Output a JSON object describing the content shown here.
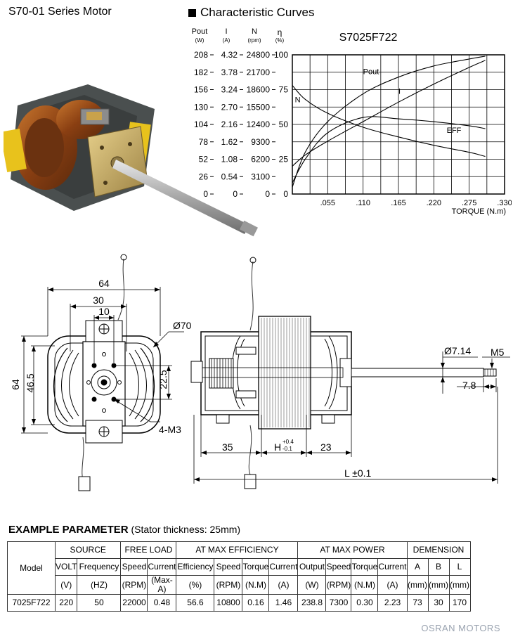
{
  "page": {
    "title": "S70-01 Series Motor",
    "curves_title": "Characteristic Curves",
    "brand": "OSRAN MOTORS"
  },
  "chart_data": {
    "type": "line",
    "title": "S7025F722",
    "xlabel": "TORQUE (N.m)",
    "x_ticks": [
      ".055",
      ".110",
      ".165",
      ".220",
      ".275",
      ".330"
    ],
    "xlim": [
      0,
      0.33
    ],
    "left_axes": [
      {
        "header": "Pout",
        "unit": "(W)",
        "ticks": [
          "208",
          "182",
          "156",
          "130",
          "104",
          "78",
          "52",
          "26",
          "0"
        ]
      },
      {
        "header": "I",
        "unit": "(A)",
        "ticks": [
          "4.32",
          "3.78",
          "3.24",
          "2.70",
          "2.16",
          "1.62",
          "1.08",
          "0.54",
          "0"
        ]
      },
      {
        "header": "N",
        "unit": "(rpm)",
        "ticks": [
          "24800",
          "21700",
          "18600",
          "15500",
          "12400",
          "9300",
          "6200",
          "3100",
          "0"
        ]
      }
    ],
    "eff_axis": {
      "header": "η",
      "unit": "(%)",
      "ticks": [
        "100",
        "75",
        "50",
        "25",
        "0"
      ]
    },
    "ylim": [
      0,
      100
    ],
    "grid": true,
    "series": [
      {
        "name": "Pout",
        "x": [
          0,
          0.02,
          0.055,
          0.11,
          0.165,
          0.22,
          0.275,
          0.3
        ],
        "y": [
          5,
          30,
          52,
          72,
          84,
          92,
          97,
          99
        ]
      },
      {
        "name": "I",
        "x": [
          0,
          0.02,
          0.055,
          0.11,
          0.165,
          0.22,
          0.275,
          0.3
        ],
        "y": [
          20,
          28,
          38,
          52,
          66,
          79,
          91,
          96
        ]
      },
      {
        "name": "N",
        "x": [
          0,
          0.02,
          0.055,
          0.11,
          0.165,
          0.22,
          0.275,
          0.3
        ],
        "y": [
          78,
          68,
          58,
          48,
          41,
          35,
          30,
          27
        ]
      },
      {
        "name": "EFF",
        "x": [
          0,
          0.02,
          0.055,
          0.11,
          0.165,
          0.22,
          0.275,
          0.3
        ],
        "y": [
          8,
          25,
          44,
          55,
          54,
          52,
          49,
          47
        ]
      }
    ]
  },
  "dimensions": {
    "front": {
      "width_64": "64",
      "width_30": "30",
      "width_10": "10",
      "dia_70": "Ø70",
      "height_64": "64",
      "height_46_5": "46.5",
      "height_22_5": "22.5",
      "holes": "4-M3"
    },
    "side": {
      "dia_shaft": "Ø7.14",
      "thread": "M5",
      "shaft_step": "7.8",
      "left_35": "35",
      "h_label": "H",
      "h_plus": "+0.4",
      "h_minus": "-0.1",
      "right_23": "23",
      "l_label": "L ±0.1"
    }
  },
  "params": {
    "heading_bold": "EXAMPLE PARAMETER",
    "heading_note": "(Stator thickness: 25mm)",
    "model_header": "Model",
    "groups": [
      "SOURCE",
      "FREE LOAD",
      "AT MAX EFFICIENCY",
      "AT MAX POWER",
      "DEMENSION"
    ],
    "sub": [
      "VOLT",
      "Frequency",
      "Speed",
      "Current",
      "Efficiency",
      "Speed",
      "Torque",
      "Current",
      "Output",
      "Speed",
      "Torque",
      "Current",
      "A",
      "B",
      "L"
    ],
    "units": [
      "(V)",
      "(HZ)",
      "(RPM)",
      "(Max-A)",
      "(%)",
      "(RPM)",
      "(N.M)",
      "(A)",
      "(W)",
      "(RPM)",
      "(N.M)",
      "(A)",
      "(mm)",
      "(mm)",
      "(mm)"
    ],
    "row": {
      "model": "7025F722",
      "values": [
        "220",
        "50",
        "22000",
        "0.48",
        "56.6",
        "10800",
        "0.16",
        "1.46",
        "238.8",
        "7300",
        "0.30",
        "2.23",
        "73",
        "30",
        "170"
      ]
    }
  }
}
